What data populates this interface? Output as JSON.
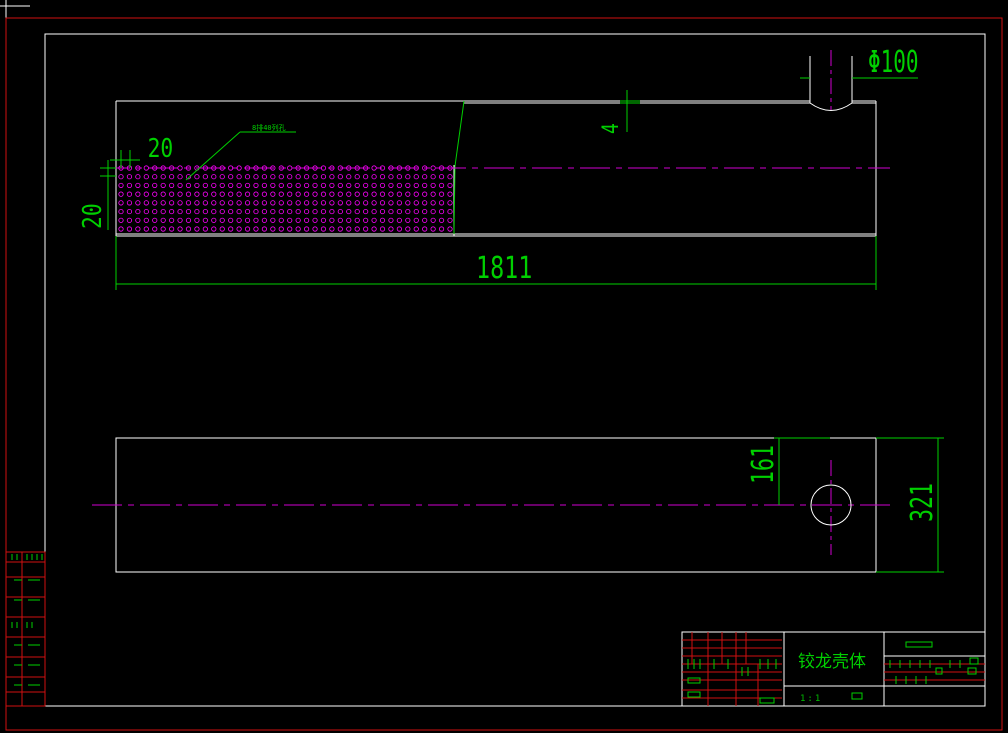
{
  "drawing": {
    "title": "铰龙壳体",
    "hole_note": "8排40列孔",
    "dimensions": {
      "hole_pitch": "20",
      "row_pitch": "20",
      "total_length": "1811",
      "diameter": "Φ100",
      "wall_thickness": "4",
      "offset": "161",
      "height": "321"
    },
    "title_block": {
      "scale": "1:1"
    }
  },
  "colors": {
    "frame_red": "#d01010",
    "outline_white": "#ffffff",
    "dimension_green": "#00d000",
    "centerline_magenta": "#d000d0",
    "holes_magenta": "#ff00ff"
  },
  "hole_grid": {
    "rows": 8,
    "cols": 40
  }
}
